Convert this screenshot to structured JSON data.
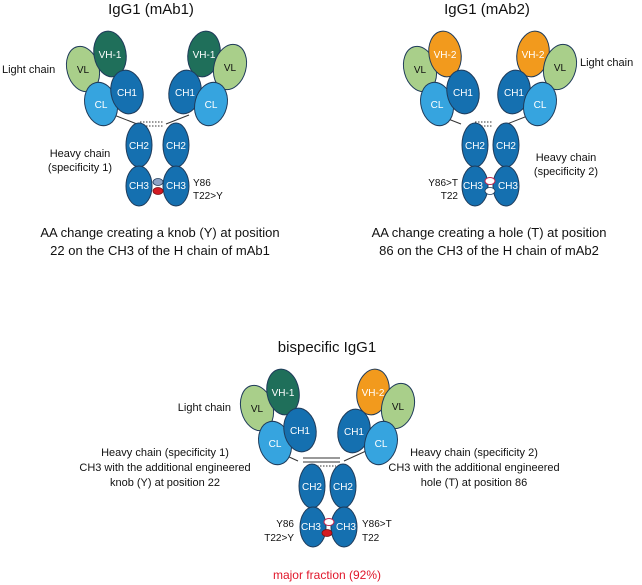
{
  "colors": {
    "vh1": "#1f6f5a",
    "vh2": "#f29a1d",
    "vl": "#a9cf8a",
    "cl": "#36a4df",
    "ch": "#1570b0",
    "outline": "#1f3b5a",
    "knob_red": "#d31a22",
    "hole_white": "#ffffff",
    "highlight": "#e0162a"
  },
  "panels": {
    "mab1": {
      "title": "IgG1 (mAb1)",
      "light_chain": "Light chain",
      "heavy_chain_1": "Heavy chain",
      "heavy_chain_2": "(specificity 1)",
      "mut_y86": "Y86",
      "mut_t22": "T22>Y",
      "caption_1": "AA change creating a knob (Y) at position",
      "caption_2": "22 on the CH3 of the H chain of mAb1",
      "domains": {
        "vh": "VH-1",
        "vl": "VL",
        "cl": "CL",
        "ch1": "CH1",
        "ch2": "CH2",
        "ch3": "CH3"
      }
    },
    "mab2": {
      "title": "IgG1 (mAb2)",
      "light_chain": "Light chain",
      "heavy_chain_1": "Heavy chain",
      "heavy_chain_2": "(specificity 2)",
      "mut_y86": "Y86>T",
      "mut_t22": "T22",
      "caption_1": "AA change creating a hole (T) at position",
      "caption_2": "86 on the CH3 of the H chain of mAb2",
      "domains": {
        "vh": "VH-2",
        "vl": "VL",
        "cl": "CL",
        "ch1": "CH1",
        "ch2": "CH2",
        "ch3": "CH3"
      }
    },
    "bispecific": {
      "title": "bispecific IgG1",
      "light_chain": "Light chain",
      "left_desc_1": "Heavy chain (specificity 1)",
      "left_desc_2": "CH3  with  the  additional  engineered",
      "left_desc_3": "knob (Y) at position 22",
      "right_desc_1": "Heavy chain (specificity 2)",
      "right_desc_2": "CH3 with the additional engineered",
      "right_desc_3": "hole (T) at position 86",
      "left_mut_1": "Y86",
      "left_mut_2": "T22>Y",
      "right_mut_1": "Y86>T",
      "right_mut_2": "T22",
      "footer": "major fraction (92%)",
      "domains": {
        "vh1": "VH-1",
        "vh2": "VH-2",
        "vl": "VL",
        "cl": "CL",
        "ch1": "CH1",
        "ch2": "CH2",
        "ch3": "CH3"
      }
    }
  }
}
